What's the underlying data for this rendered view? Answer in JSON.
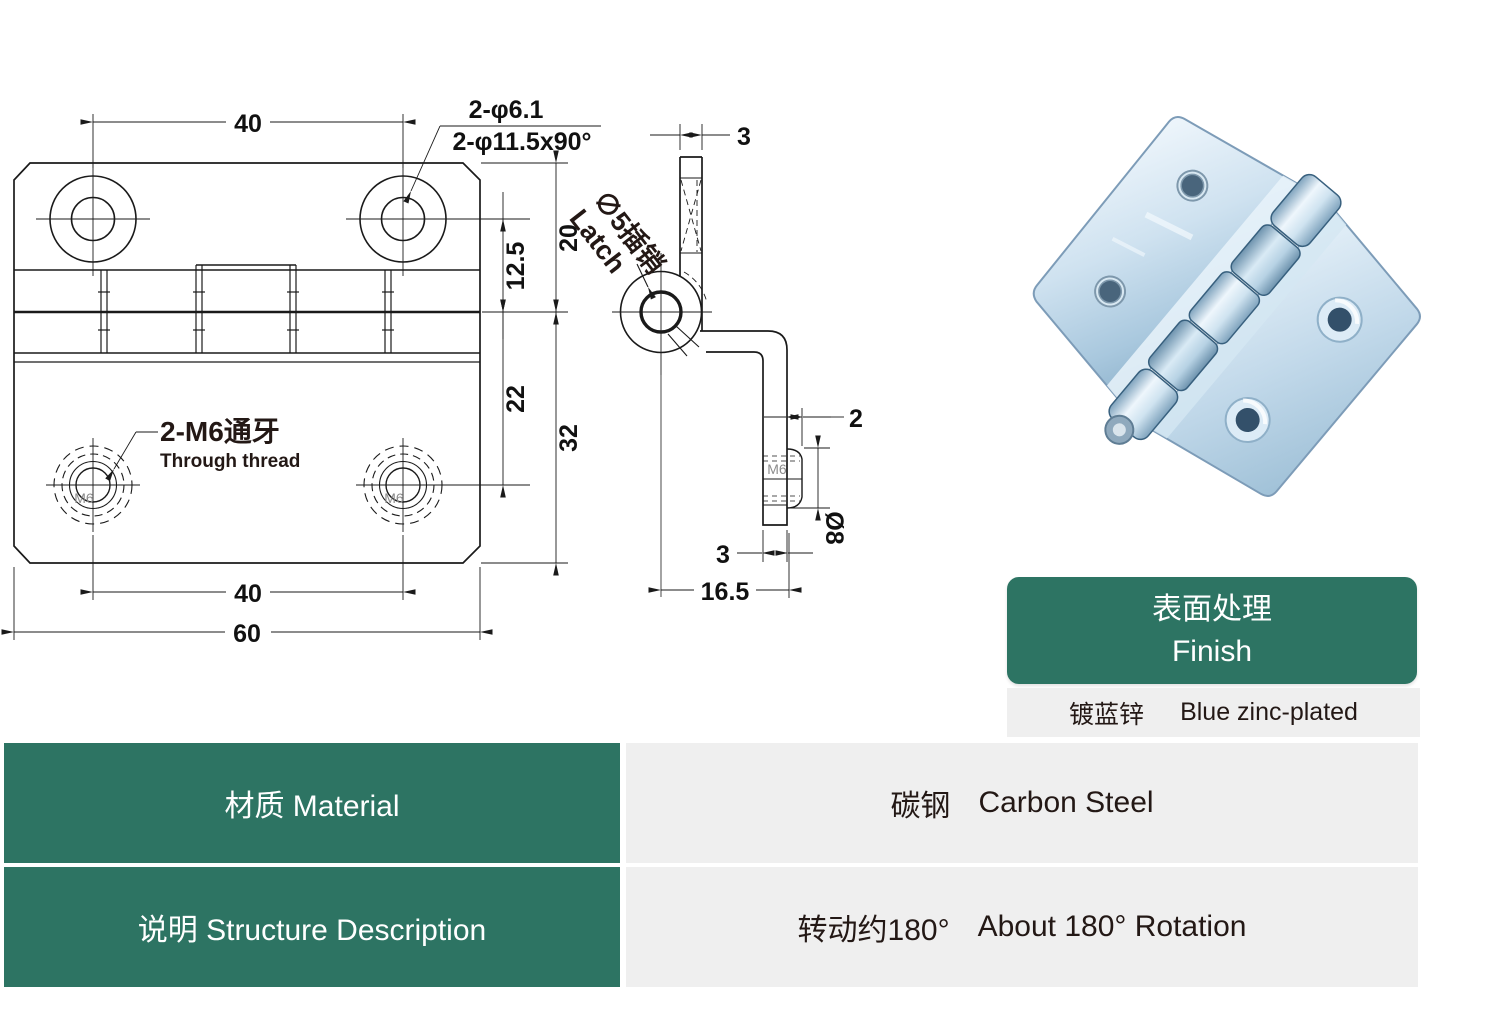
{
  "colors": {
    "accent_green": "#2d7463",
    "row_gray": "#efefef",
    "line_black": "#1a1a1a",
    "text_dark": "#231815",
    "metal_highlight": "#eef6fc",
    "metal_mid": "#bcd6e8",
    "metal_shadow": "#86abc6"
  },
  "drawing": {
    "front": {
      "dim_width_top": "40",
      "dim_width_bottom": "40",
      "dim_width_overall": "60",
      "dim_hole_to_pivot": "12.5",
      "dim_top_to_pivot": "20",
      "dim_pivot_to_hole": "22",
      "dim_pivot_to_bottom": "32",
      "label_holes_line1": "2-φ6.1",
      "label_holes_line2": "2-φ11.5x90°",
      "label_thread_cn": "2-M6通牙",
      "label_thread_en": "Through thread",
      "m6_left": "M6",
      "m6_right": "M6"
    },
    "side": {
      "dim_plate_thickness": "3",
      "dim_boss_protrusion": "2",
      "dim_leg_thickness": "3",
      "dim_depth": "16.5",
      "dim_boss_dia": "Ø8",
      "label_pin_cn": "∅5插销",
      "label_pin_en": "Latch",
      "m6_boss": "M6"
    }
  },
  "finish_card": {
    "title_cn": "表面处理",
    "title_en": "Finish",
    "value_cn": "镀蓝锌",
    "value_en": "Blue zinc-plated"
  },
  "spec_table": {
    "rows": [
      {
        "label": "材质 Material",
        "value_cn": "碳钢",
        "value_en": "Carbon Steel"
      },
      {
        "label": "说明 Structure Description",
        "value_cn": "转动约180°",
        "value_en": "About 180° Rotation"
      }
    ]
  }
}
